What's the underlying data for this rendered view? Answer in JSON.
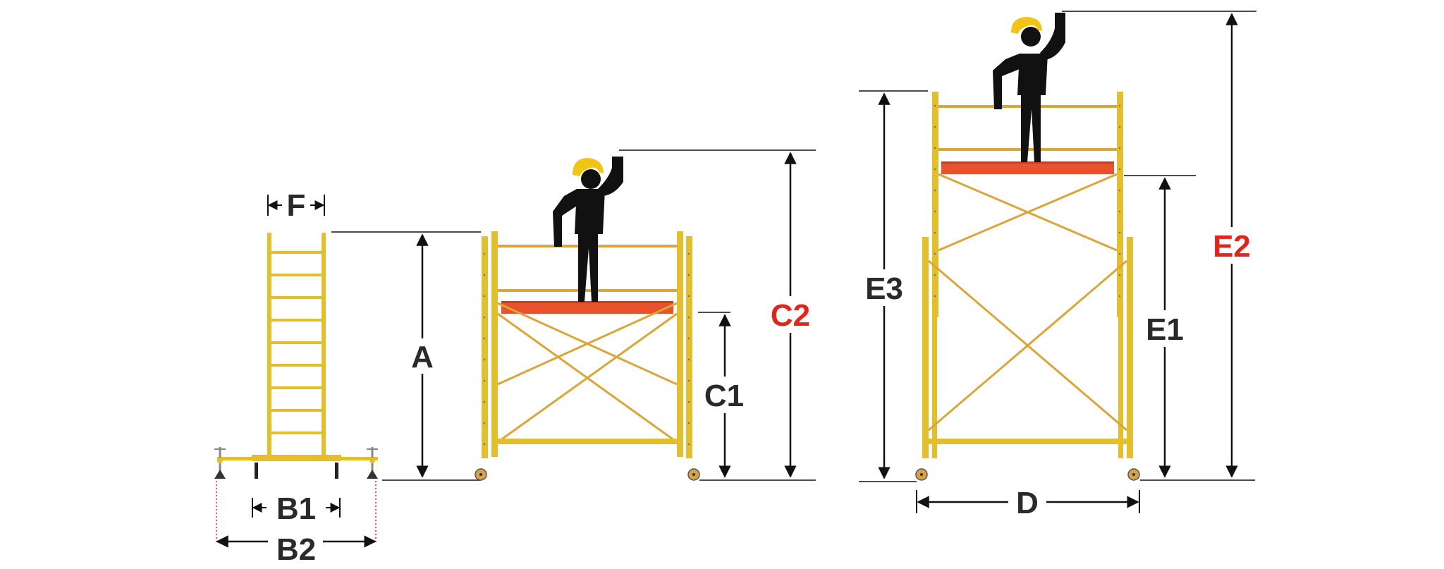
{
  "labels": {
    "F": "F",
    "A": "A",
    "B1": "B1",
    "B2": "B2",
    "C1": "C1",
    "C2": "C2",
    "D": "D",
    "E1": "E1",
    "E2": "E2",
    "E3": "E3"
  },
  "colors": {
    "frame": "#e2bf2c",
    "brace": "#d9a63a",
    "platform": "#e8522c",
    "helmet": "#f2c418",
    "figure": "#111111",
    "dimension_line": "#111111",
    "label_dark": "#2a2a2a",
    "label_red": "#e0251b"
  }
}
